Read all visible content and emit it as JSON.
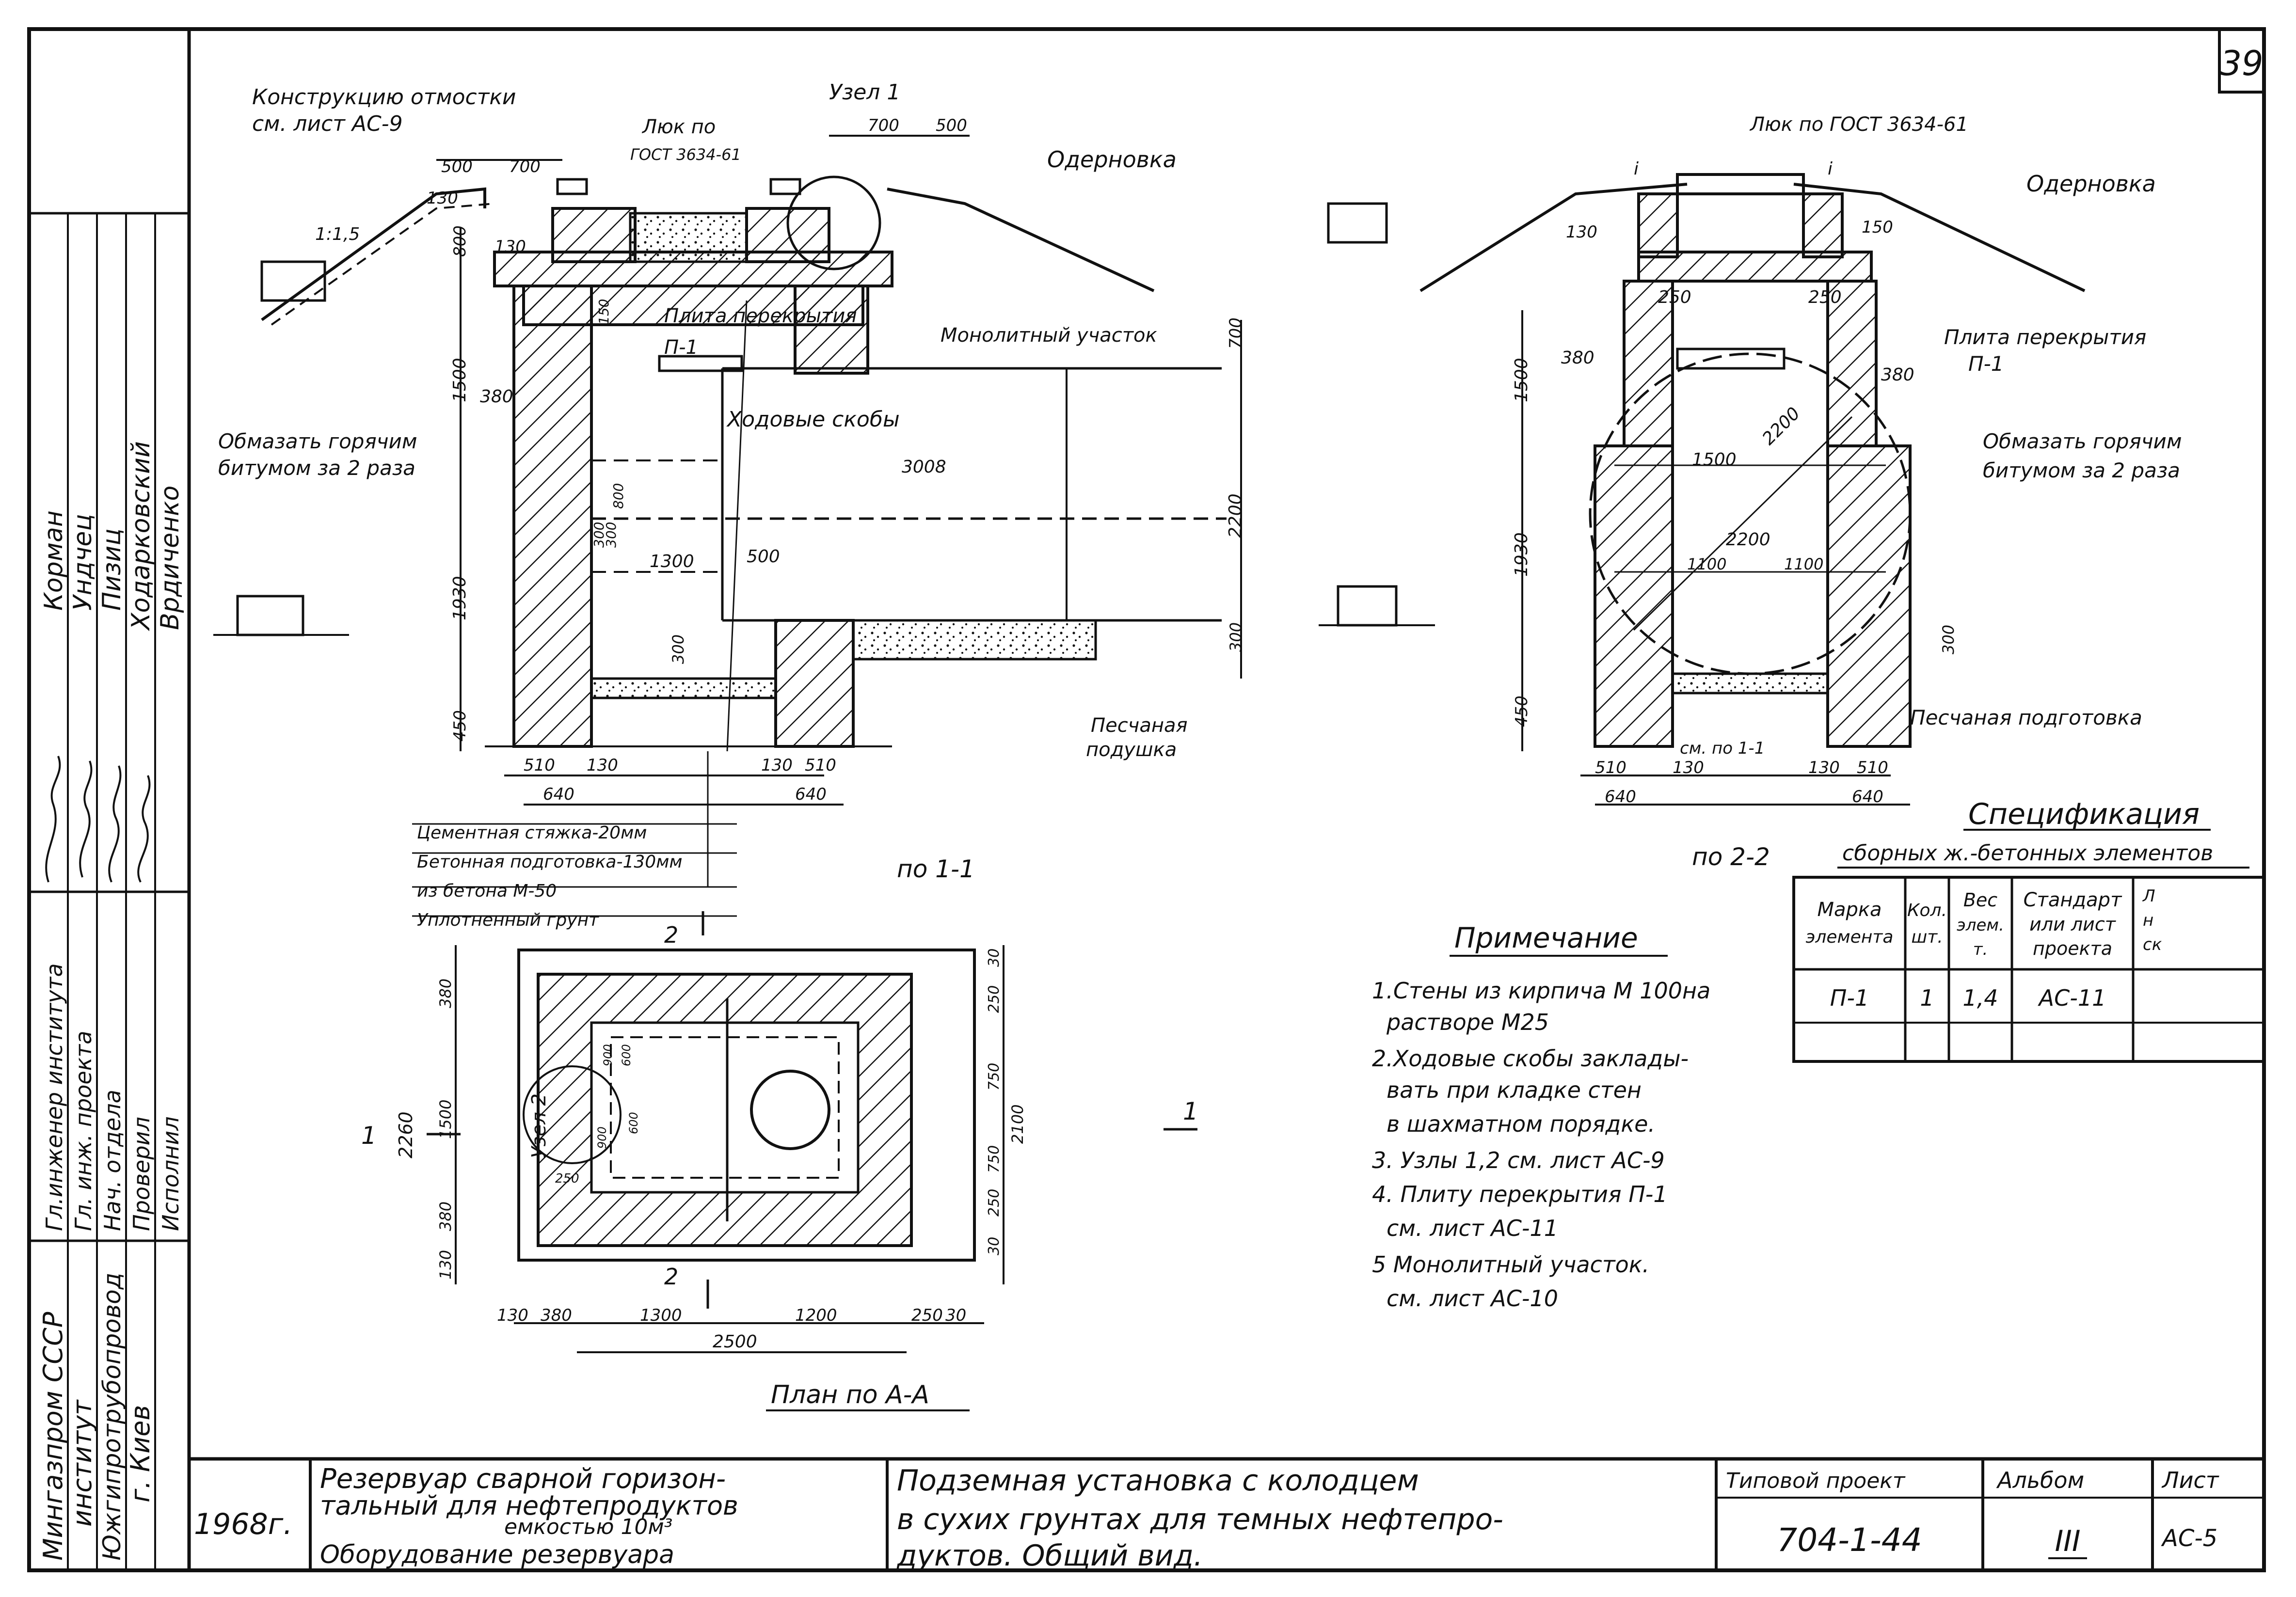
{
  "sheet_number": "39",
  "side_stamp": {
    "org": [
      "Мингазпром СССР",
      "институт",
      "Южгипротрубопровод",
      "г. Киев"
    ],
    "roles": [
      "Гл.инженер института",
      "Гл. инж. проекта",
      "Нач. отдела",
      "Проверил",
      "Исполнил"
    ],
    "names": [
      "Корман",
      "Ундчец",
      "Пизиц",
      "Ходарковский",
      "Врдиченко"
    ]
  },
  "section_1_1": {
    "caption": "по 1-1",
    "labels": {
      "otmostka": [
        "Конструкцию отмостки",
        "см. лист АС-9"
      ],
      "hatch": [
        "Люк по",
        "ГОСТ 3634-61"
      ],
      "node1": "Узел 1",
      "sod": "Одерновка",
      "slab": [
        "Плита перекрытия",
        "П-1"
      ],
      "monolith": "Монолитный участок",
      "rungs": "Ходовые скобы",
      "bitumen": [
        "Обмазать горячим",
        "битумом за 2 раза"
      ],
      "sand": [
        "Песчаная",
        "подушка"
      ],
      "base": [
        "Цементная стяжка-20мм",
        "Бетонная подготовка-130мм",
        "из бетона М-50",
        "Уплотненный грунт"
      ]
    },
    "dims": {
      "slope": "1:1,5",
      "d500a": "500",
      "d700a": "700",
      "d700b": "700",
      "d500b": "500",
      "d130a": "130",
      "d130b": "130",
      "d800": "800",
      "d150": "150",
      "d1500": "1500",
      "d380": "380",
      "d3008": "3008",
      "d300a": "300",
      "d300b": "300",
      "d300c": "800",
      "d1300": "1300",
      "d500c": "500",
      "d1930": "1930",
      "d2200": "2200",
      "d700c": "700",
      "d300d": "300",
      "d300e": "300",
      "d450": "450",
      "d510a": "510",
      "d130c": "130",
      "d640a": "640",
      "d130d": "130",
      "d510b": "510",
      "d640b": "640"
    }
  },
  "section_2_2": {
    "caption": "по 2-2",
    "labels": {
      "hatch": "Люк по ГОСТ 3634-61",
      "sod": "Одерновка",
      "slab": [
        "Плита перекрытия",
        "П-1"
      ],
      "bitumen": [
        "Обмазать горячим",
        "битумом за 2 раза"
      ],
      "sand": "Песчаная подготовка",
      "see": "см. по 1-1"
    },
    "dims": {
      "i1": "i",
      "i2": "i",
      "d130a": "130",
      "d150": "150",
      "d250a": "250",
      "d250b": "250",
      "d380a": "380",
      "d380b": "380",
      "d1500": "1500",
      "d1500b": "1500",
      "d2200a": "2200",
      "d2200b": "2200",
      "d1100a": "1100",
      "d1100b": "1100",
      "d1930": "1930",
      "d300": "300",
      "d450": "450",
      "d510a": "510",
      "d130b": "130",
      "d640a": "640",
      "d130c": "130",
      "d510b": "510",
      "d640b": "640"
    }
  },
  "plan": {
    "caption": "План по А-А",
    "cut1": "1",
    "cut2": "2",
    "node2": "Узел 2",
    "dims": {
      "d2260": "2260",
      "d380a": "380",
      "d1500": "1500",
      "d380b": "380",
      "d130a": "130",
      "d250": "250",
      "d750a": "750",
      "d750b": "750",
      "d2100": "2100",
      "d250b": "250",
      "d30a": "30",
      "d30b": "30",
      "d130b": "130",
      "d380c": "380",
      "d1300": "1300",
      "d1200": "1200",
      "d250c": "250",
      "d30c": "30",
      "d2500": "2500",
      "d900": "900",
      "d600": "600",
      "d250d": "250",
      "d600b": "600",
      "d900b": "900"
    }
  },
  "notes": {
    "title": "Примечание",
    "lines": [
      "1.Стены из кирпича М 100на",
      "раствоpе М25",
      "2.Ходовые скобы заклады-",
      "вать при кладке стен",
      "в шахматном порядке.",
      "3. Узлы 1,2 см. лист АС-9",
      "4. Плиту перекрытия П-1",
      "см. лист АС-11",
      "5 Монолитный участок.",
      "см. лист АС-10"
    ]
  },
  "specification": {
    "title": "Спецификация",
    "subtitle": "сборных ж.-бетонных элементов",
    "headers": [
      [
        "Марка",
        "элемента"
      ],
      [
        "Кол.",
        "шт."
      ],
      [
        "Вес",
        "элем.",
        "т."
      ],
      [
        "Стандарт",
        "или лист",
        "проекта"
      ],
      [
        "Л",
        "н",
        "ск"
      ]
    ],
    "rows": [
      [
        "П-1",
        "1",
        "1,4",
        "АС-11",
        ""
      ]
    ]
  },
  "title_block": {
    "year": "1968г.",
    "object": [
      "Резервуар сварной горизон-",
      "тальный для нефтепродуктов",
      "емкостью 10м³",
      "Оборудование резервуара"
    ],
    "sheet_title": [
      "Подземная установка с колодцем",
      "в сухих грунтах для темных нефтепро-",
      "дуктов. Общий вид."
    ],
    "project_label": "Типовой проект",
    "project_number": "704-1-44",
    "album_label": "Альбом",
    "album_number": "III",
    "sheet_label": "Лист",
    "sheet_code": "АС-5"
  }
}
